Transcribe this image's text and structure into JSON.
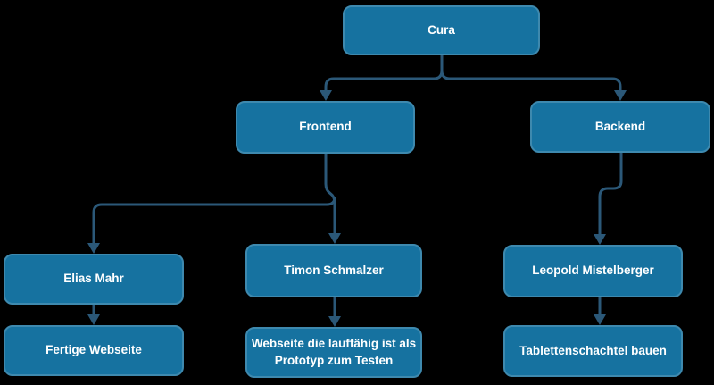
{
  "colors": {
    "background": "#000000",
    "node_fill": "#1672a0",
    "node_border": "#3e89ae",
    "node_text": "#ffffff",
    "connector": "#2b5878"
  },
  "diagram": {
    "type": "flowchart",
    "nodes": [
      {
        "id": "cura",
        "label": "Cura"
      },
      {
        "id": "frontend",
        "label": "Frontend"
      },
      {
        "id": "backend",
        "label": "Backend"
      },
      {
        "id": "elias",
        "label": "Elias Mahr"
      },
      {
        "id": "timon",
        "label": "Timon Schmalzer"
      },
      {
        "id": "leopold",
        "label": "Leopold Mistelberger"
      },
      {
        "id": "fertige",
        "label": "Fertige Webseite"
      },
      {
        "id": "webseite",
        "label": "Webseite die lauffähig ist als Prototyp zum Testen"
      },
      {
        "id": "tabletten",
        "label": "Tablettenschachtel bauen"
      }
    ],
    "edges": [
      {
        "from": "cura",
        "to": "frontend"
      },
      {
        "from": "cura",
        "to": "backend"
      },
      {
        "from": "frontend",
        "to": "elias"
      },
      {
        "from": "frontend",
        "to": "timon"
      },
      {
        "from": "backend",
        "to": "leopold"
      },
      {
        "from": "elias",
        "to": "fertige"
      },
      {
        "from": "timon",
        "to": "webseite"
      },
      {
        "from": "leopold",
        "to": "tabletten"
      }
    ]
  }
}
